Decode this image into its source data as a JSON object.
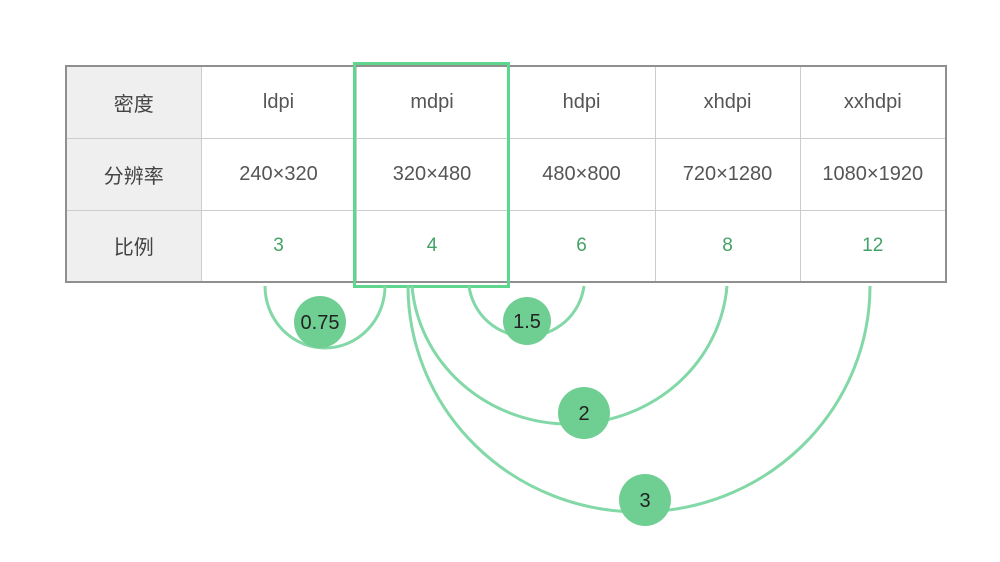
{
  "colors": {
    "accent_border": "#5fd68e",
    "arc_line": "#82d8a6",
    "badge_fill": "#6fce92",
    "ratio_text": "#42a266",
    "table_border": "#8f8f8f",
    "grid_line": "#cccccc",
    "header_bg": "#efefef",
    "cell_text": "#555555"
  },
  "table": {
    "highlighted_column": "mdpi",
    "rows": [
      {
        "header": "密度",
        "cells": [
          "ldpi",
          "mdpi",
          "hdpi",
          "xhdpi",
          "xxhdpi"
        ]
      },
      {
        "header": "分辨率",
        "cells": [
          "240×320",
          "320×480",
          "480×800",
          "720×1280",
          "1080×1920"
        ]
      },
      {
        "header": "比例",
        "cells": [
          "3",
          "4",
          "6",
          "8",
          "12"
        ]
      }
    ]
  },
  "arcs": [
    {
      "label": "0.75",
      "from": "ldpi",
      "to": "mdpi"
    },
    {
      "label": "1.5",
      "from": "mdpi",
      "to": "hdpi"
    },
    {
      "label": "2",
      "from": "mdpi",
      "to": "xhdpi"
    },
    {
      "label": "3",
      "from": "mdpi",
      "to": "xxhdpi"
    }
  ]
}
